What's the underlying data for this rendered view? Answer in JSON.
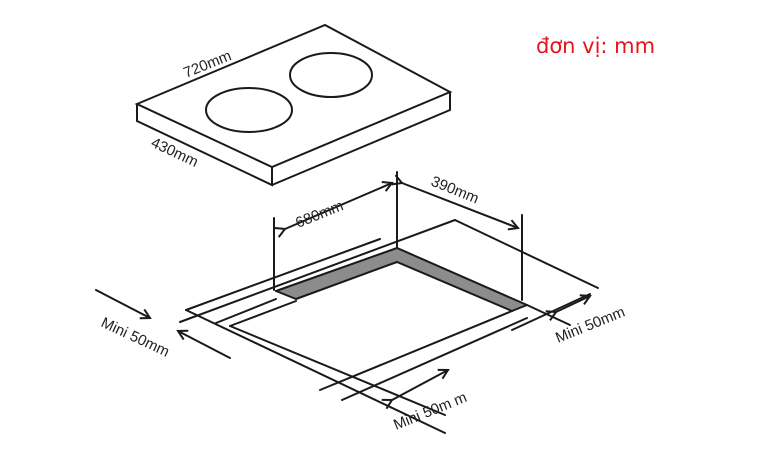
{
  "unit_label": "đơn vị: mm",
  "cooktop": {
    "width_label": "720mm",
    "depth_label": "430mm",
    "burners": 2
  },
  "cutout": {
    "width_label": "680mm",
    "depth_label": "390mm",
    "cutout_fill": "#8c8c8c"
  },
  "clearances": {
    "left": "Mini 50mm",
    "front": "Mini 50m m",
    "right": "Mini 50mm"
  },
  "colors": {
    "unit_text": "#e8131b",
    "line": "#1a1a1a"
  }
}
